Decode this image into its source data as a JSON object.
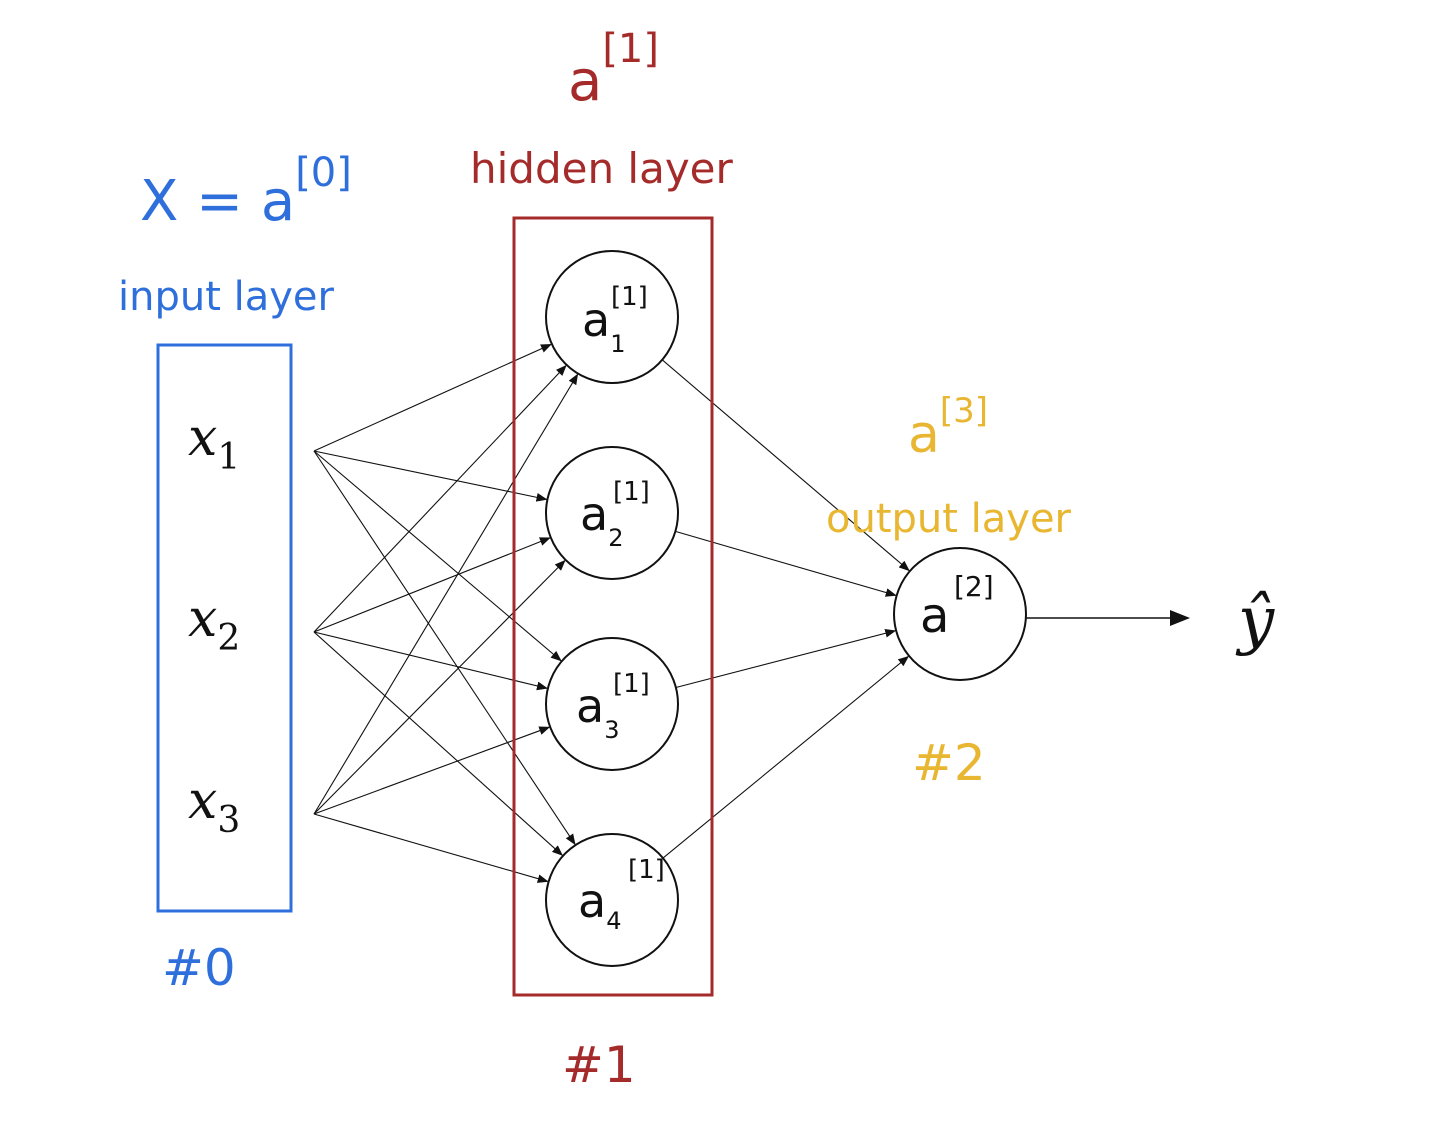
{
  "colors": {
    "input": "#2f6fdc",
    "hidden": "#a52a2a",
    "output": "#e8b630",
    "ink": "#111111"
  },
  "input_layer": {
    "notation": {
      "base": "X = a",
      "superscript": "[0]"
    },
    "label": "input layer",
    "number": "#0",
    "nodes": [
      {
        "base": "x",
        "subscript": "1"
      },
      {
        "base": "x",
        "subscript": "2"
      },
      {
        "base": "x",
        "subscript": "3"
      }
    ]
  },
  "hidden_layer": {
    "notation": {
      "base": "a",
      "superscript": "[1]"
    },
    "label": "hidden layer",
    "number": "#1",
    "nodes": [
      {
        "base": "a",
        "subscript": "1",
        "superscript": "[1]"
      },
      {
        "base": "a",
        "subscript": "2",
        "superscript": "[1]"
      },
      {
        "base": "a",
        "subscript": "3",
        "superscript": "[1]"
      },
      {
        "base": "a",
        "subscript": "4",
        "superscript": "[1]"
      }
    ]
  },
  "output_layer": {
    "notation": {
      "base": "a",
      "superscript": "[3]"
    },
    "label": "output layer",
    "number": "#2",
    "node": {
      "base": "a",
      "superscript": "[2]"
    },
    "prediction": "ŷ"
  }
}
